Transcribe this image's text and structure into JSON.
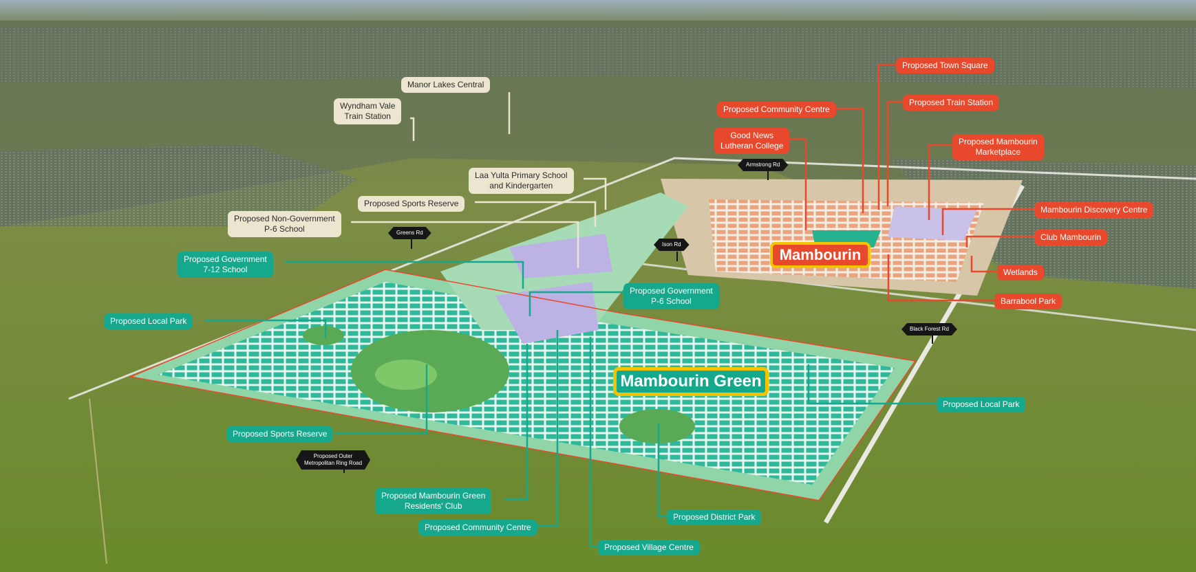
{
  "map": {
    "brand_primary": "Mambourin",
    "brand_secondary": "Mambourin Green",
    "colors": {
      "teal": "#16a88c",
      "red": "#e8492c",
      "beige": "#ece5cf",
      "yellow": "#f5c400",
      "road_tag": "#161616"
    },
    "labels": {
      "manor_lakes_central": "Manor Lakes Central",
      "wyndham_vale_1": "Wyndham Vale",
      "wyndham_vale_2": "Train Station",
      "laa_yulta_1": "Laa Yulta Primary School",
      "laa_yulta_2": "and Kindergarten",
      "sports_reserve_north": "Proposed Sports Reserve",
      "non_gov_1": "Proposed Non-Government",
      "non_gov_2": "P-6 School",
      "gov_712_1": "Proposed Government",
      "gov_712_2": "7-12 School",
      "local_park_west": "Proposed Local Park",
      "gov_p6_1": "Proposed Government",
      "gov_p6_2": "P-6 School",
      "sports_reserve_south": "Proposed Sports Reserve",
      "residents_club_1": "Proposed Mambourin Green",
      "residents_club_2": "Residents' Club",
      "community_centre_south": "Proposed Community Centre",
      "village_centre": "Proposed Village Centre",
      "district_park": "Proposed District Park",
      "local_park_east": "Proposed Local Park",
      "town_square": "Proposed Town Square",
      "community_centre_north": "Proposed Community Centre",
      "train_station": "Proposed Train Station",
      "good_news_1": "Good News",
      "good_news_2": "Lutheran College",
      "marketplace_1": "Proposed Mambourin",
      "marketplace_2": "Marketplace",
      "discovery_centre": "Mambourin Discovery Centre",
      "club_mambourin": "Club Mambourin",
      "wetlands": "Wetlands",
      "barrabool_park": "Barrabool Park"
    },
    "roads": {
      "armstrong": "Armstrong Rd",
      "greens": "Greens Rd",
      "ison": "Ison Rd",
      "black_forest": "Black Forest Rd",
      "ring_road_1": "Proposed Outer",
      "ring_road_2": "Metropolitan Ring Road"
    }
  }
}
